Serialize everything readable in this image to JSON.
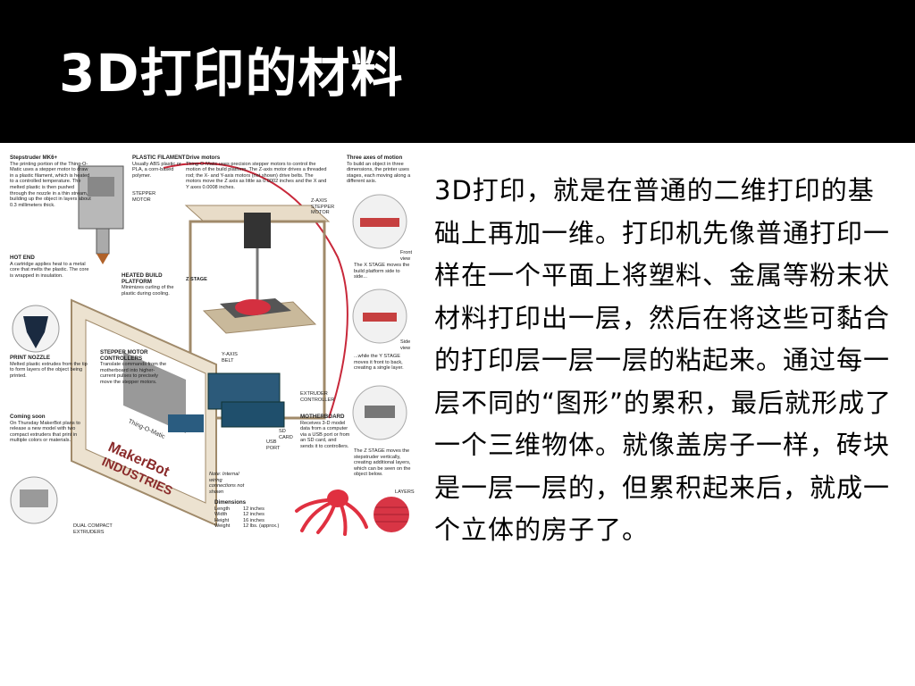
{
  "slide": {
    "title": "3D打印的材料",
    "body": "3D打印，就是在普通的二维打印的基础上再加一维。打印机先像普通打印一样在一个平面上将塑料、金属等粉末状材料打印出一层，然后在将这些可黏合的打印层一层一层的粘起来。通过每一层不同的“图形”的累积，最后就形成了一个三维物体。就像盖房子一样，砖块是一层一层的，但累积起来后，就成一个立体的房子了。"
  },
  "figure": {
    "stepstruder_title": "Stepstruder MK6+",
    "stepstruder_text": "The printing portion of the Thing-O-Matic uses a stepper motor to draw in a plastic filament, which is heated to a controlled temperature. The melted plastic is then pushed through the nozzle in a thin stream, building up the object in layers about 0.3 millimeters thick.",
    "plastic_filament": "PLASTIC FILAMENT",
    "plastic_filament_text": "Usually ABS plastic or PLA, a corn-based polymer.",
    "stepper_motor": "STEPPER MOTOR",
    "drive_motors_title": "Drive motors",
    "drive_motors_text": "Thing-O-Matic uses precision stepper motors to control the motion of the build platform. The Z-axis motor drives a threaded rod; the X- and Y-axis motors (not shown) drive belts. The motors move the Z axis as little as 0.0002 inches and the X and Y axes 0.0008 inches.",
    "three_axes_title": "Three axes of motion",
    "three_axes_text": "To build an object in three dimensions, the printer uses stages, each moving along a different axis.",
    "z_axis_stepper": "Z-AXIS STEPPER MOTOR",
    "hot_end": "HOT END",
    "hot_end_text": "A cartridge applies heat to a metal core that melts the plastic. The core is wrapped in insulation.",
    "heated_platform": "HEATED BUILD PLATFORM",
    "heated_platform_text": "Minimizes curling of the plastic during cooling.",
    "z_stage": "Z STAGE",
    "x_stage_text": "The X STAGE moves the build platform side to side...",
    "front_view": "Front view",
    "side_view": "Side view",
    "y_stage_text": "...while the Y STAGE moves it front to back, creating a single layer.",
    "print_nozzle": "PRINT NOZZLE",
    "print_nozzle_text": "Melted plastic extrudes from the tip to form layers of the object being printed.",
    "stepper_controllers": "STEPPER MOTOR CONTROLLERS",
    "stepper_controllers_text": "Translate commands from the motherboard into higher-current pulses to precisely move the stepper motors.",
    "y_axis_belt": "Y-AXIS BELT",
    "extruder_controller": "EXTRUDER CONTROLLER",
    "motherboard": "MOTHERBOARD",
    "motherboard_text": "Receives 3-D model data from a computer via a USB port or from an SD card, and sends it to controllers.",
    "sd_card": "SD CARD",
    "usb_port": "USB PORT",
    "z_stage_text": "The Z STAGE moves the stepstruder vertically, creating additional layers, which can be seen on the object below.",
    "coming_soon_title": "Coming soon",
    "coming_soon_text": "On Thursday MakerBot plans to release a new model with two compact extruders that print in multiple colors or materials.",
    "brand_line1": "MakerBot",
    "brand_line2": "INDUSTRIES",
    "model_name": "Thing-O-Matic",
    "note_text": "Note: Internal wiring connections not shown",
    "dual_extruders": "DUAL COMPACT EXTRUDERS",
    "layers": "LAYERS",
    "dimensions_title": "Dimensions",
    "dimensions": [
      {
        "label": "Length",
        "value": "12 inches"
      },
      {
        "label": "Width",
        "value": "12 inches"
      },
      {
        "label": "Height",
        "value": "16 inches"
      },
      {
        "label": "Weight",
        "value": "12 lbs. (approx.)"
      }
    ]
  },
  "colors": {
    "title_bar": "#000000",
    "title_text": "#ffffff",
    "plywood": "#e8dcc8",
    "octopus": "#e03040",
    "nozzle": "#1a2a40"
  }
}
